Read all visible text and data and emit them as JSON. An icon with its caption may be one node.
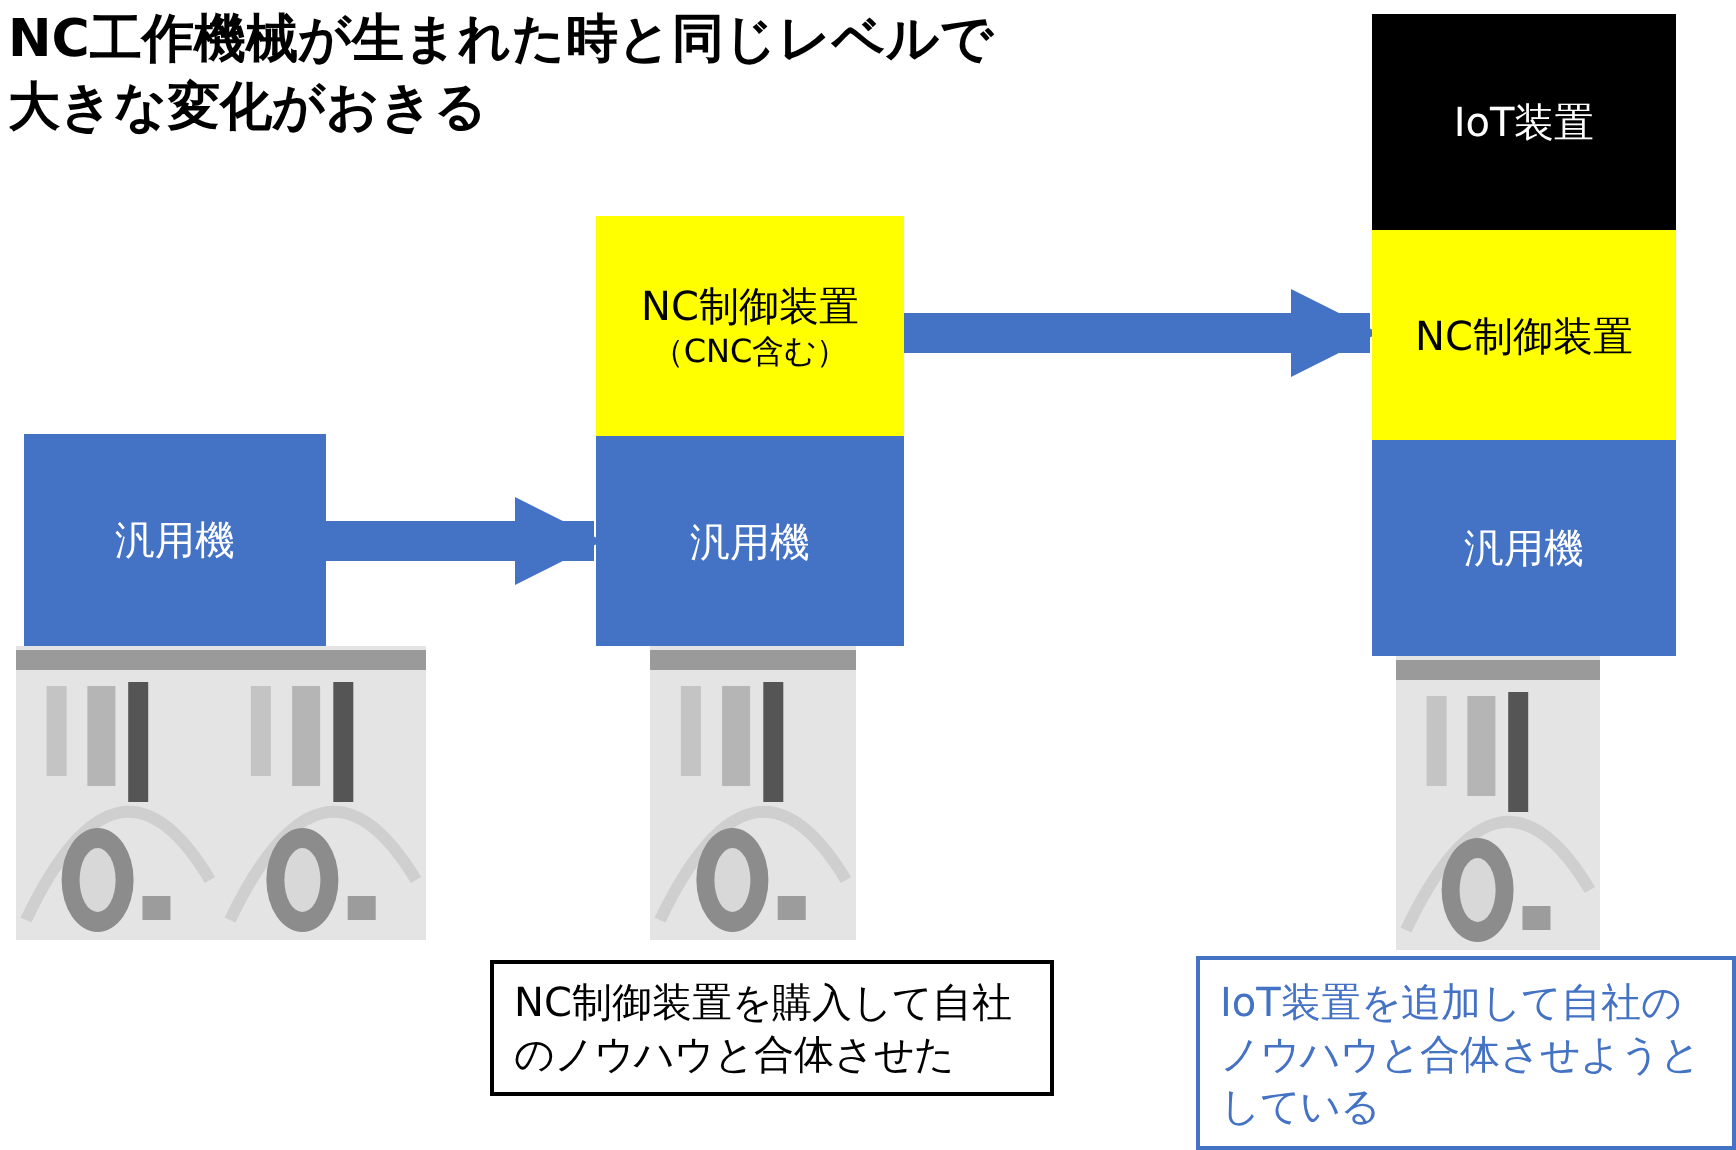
{
  "diagram": {
    "title": "NC工作機械が生まれた時と同じレベルで大きな変化がおきる",
    "nodes": [
      {
        "text": [
          "汎用機"
        ]
      },
      {
        "text": [
          "NC制御装置",
          "（CNC含む）"
        ]
      },
      {
        "text": [
          "汎用機"
        ]
      },
      {
        "text": [
          "IoT装置"
        ]
      },
      {
        "text": [
          "NC制御装置"
        ]
      },
      {
        "text": [
          "汎用機"
        ]
      },
      {
        "text": [
          "NC制御装置を購入して自社のノウハウと合体させた"
        ]
      },
      {
        "text": [
          "IoT装置を追加して自社のノウハウと合体させようとしている"
        ]
      }
    ],
    "edges": [
      {
        "from": 0,
        "to": 2,
        "arrow": "to"
      },
      {
        "from": 1,
        "to": 4,
        "arrow": "to"
      }
    ]
  }
}
